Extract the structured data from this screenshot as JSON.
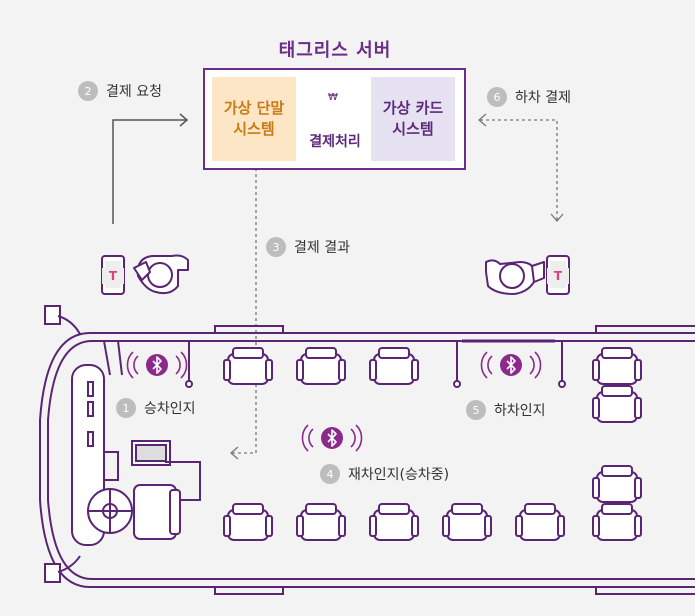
{
  "server": {
    "title": "태그리스 서버",
    "terminal_line1": "가상 단말",
    "terminal_line2": "시스템",
    "card_line1": "가상 카드",
    "card_line2": "시스템",
    "processing": "결제처리",
    "won_symbol": "₩"
  },
  "steps": [
    {
      "num": "1",
      "label": "승차인지"
    },
    {
      "num": "2",
      "label": "결제 요청"
    },
    {
      "num": "3",
      "label": "결제 결과"
    },
    {
      "num": "4",
      "label": "재차인지(승차중)"
    },
    {
      "num": "5",
      "label": "하차인지"
    },
    {
      "num": "6",
      "label": "하차 결제"
    }
  ],
  "phone_logo": "T",
  "colors": {
    "purple": "#6b2d87",
    "terminal_bg": "#fde6c6",
    "card_bg": "#e6e2f2",
    "bluetooth": "#8b2a8b",
    "background": "#f3f3f3"
  }
}
